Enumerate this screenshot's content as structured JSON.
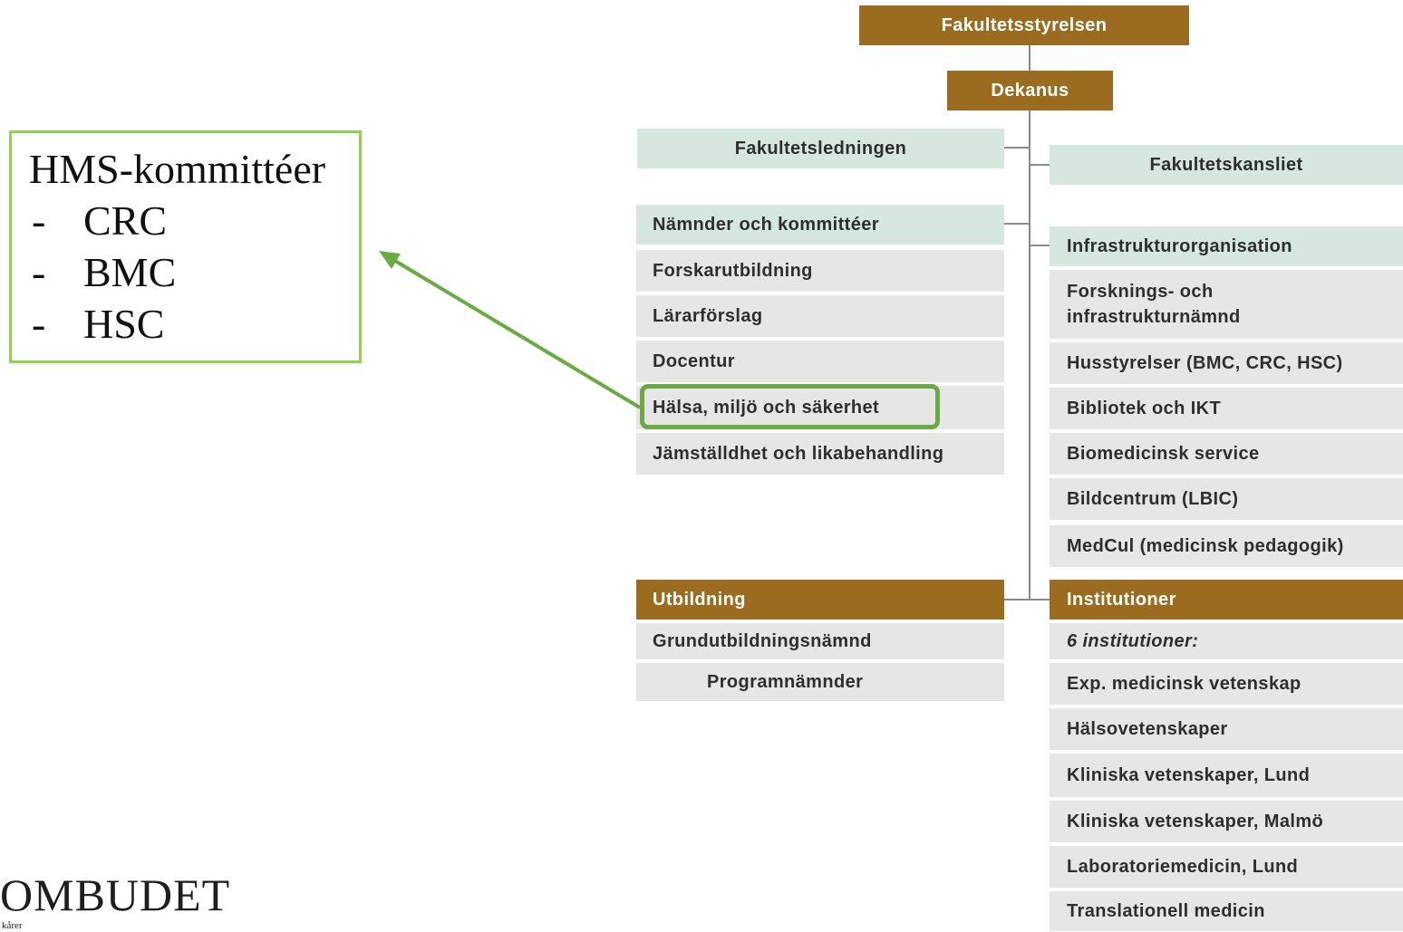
{
  "slide": {
    "callout": {
      "title": "HMS-kommittéer",
      "bullet": "-",
      "items": [
        "CRC",
        "BMC",
        "HSC"
      ]
    },
    "footer": {
      "logo_text": "OMBUDET",
      "logo_subtext": "kårer"
    }
  },
  "org_chart": {
    "board": "Fakultetsstyrelsen",
    "dean": "Dekanus",
    "faculty_management": "Fakultetsledningen",
    "faculty_office": "Fakultetskansliet",
    "committees": {
      "heading": "Nämnder och kommittéer",
      "items": [
        "Forskarutbildning",
        "Lärarförslag",
        "Docentur",
        "Hälsa, miljö och säkerhet",
        "Jämställdhet och likabehandling"
      ]
    },
    "education": {
      "heading": "Utbildning",
      "items": [
        "Grundutbildningsnämnd",
        "Programnämnder"
      ]
    },
    "infrastructure": {
      "heading": "Infrastrukturorganisation",
      "items": [
        "Forsknings- och\ninfrastrukturnämnd",
        "Husstyrelser (BMC, CRC, HSC)",
        "Bibliotek och IKT",
        "Biomedicinsk service",
        "Bildcentrum (LBIC)",
        "MedCul (medicinsk pedagogik)"
      ]
    },
    "departments": {
      "heading": "Institutioner",
      "count_label": "6 institutioner:",
      "items": [
        "Exp. medicinsk vetenskap",
        "Hälsovetenskaper",
        "Kliniska vetenskaper, Lund",
        "Kliniska vetenskaper, Malmö",
        "Laboratoriemedicin, Lund",
        "Translationell medicin"
      ]
    }
  },
  "colors": {
    "brown": "#9b6b1f",
    "hgreen": "#d5e7df",
    "gray": "#e6e6e6",
    "line": "#8a8a8a",
    "callout": "#92d050",
    "hl": "#6aaa45",
    "text": "#2e2e2e"
  }
}
